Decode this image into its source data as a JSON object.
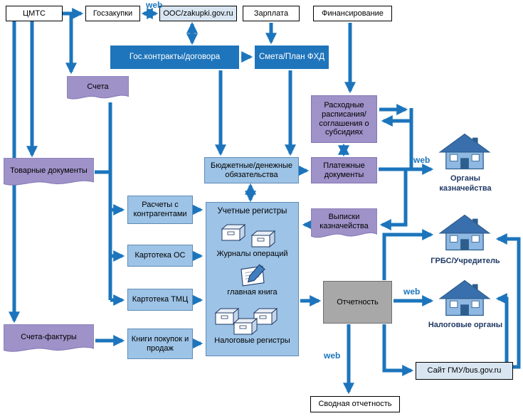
{
  "diagram": {
    "web_label": "web",
    "nodes": {
      "cmts": "ЦМТС",
      "goszakupki": "Госзакупки",
      "oos": "ООС/zakupki.gov.ru",
      "zarplata": "Зарплата",
      "finansirovanie": "Финансирование",
      "goskontrakty": "Гос.контракты/договора",
      "smeta": "Смета/План ФХД",
      "scheta": "Счета",
      "rashodnye": "Расходные расписания/ соглашения о субсидиях",
      "tovarnye_dokumenty": "Товарные документы",
      "byudzhetnye_obyazatelstva": "Бюджетные/денежные обязательства",
      "platezhnye_dokumenty": "Платежные документы",
      "organy_kaznacheystva": "Органы казначейства",
      "raschety_s_kontragentami": "Расчеты с контрагентами",
      "uchetnye_registry": "Учетные регистры",
      "zhurnaly_operatsiy": "Журналы операций",
      "glavnaya_kniga": "главная книга",
      "nalogovye_registry": "Налоговые регистры",
      "vypiski_kaznacheystva": "Выписки казначейства",
      "kartoteka_os": "Картотека ОС",
      "grbs_uchreditel": "ГРБС/Учредитель",
      "kartoteka_tmts": "Картотека ТМЦ",
      "otchetnost": "Отчетность",
      "nalogovye_organy": "Налоговые органы",
      "scheta_faktury": "Счета-фактуры",
      "knigi_pokupok": "Книги покупок и продаж",
      "sayt_gmu": "Сайт ГМУ/bus.gov.ru",
      "svodnaya_otchetnost": "Сводная отчетность"
    },
    "colors": {
      "arrow": "#1c75bc",
      "blue_box": "#1f75bb",
      "light_blue_box": "#9dc3e6",
      "purple_box": "#9e92c8",
      "gray_box": "#a8a8a8",
      "pale_blue_box": "#d9e6f2",
      "house_label_text": "#1f3864",
      "web_text": "#1c75bc"
    }
  }
}
